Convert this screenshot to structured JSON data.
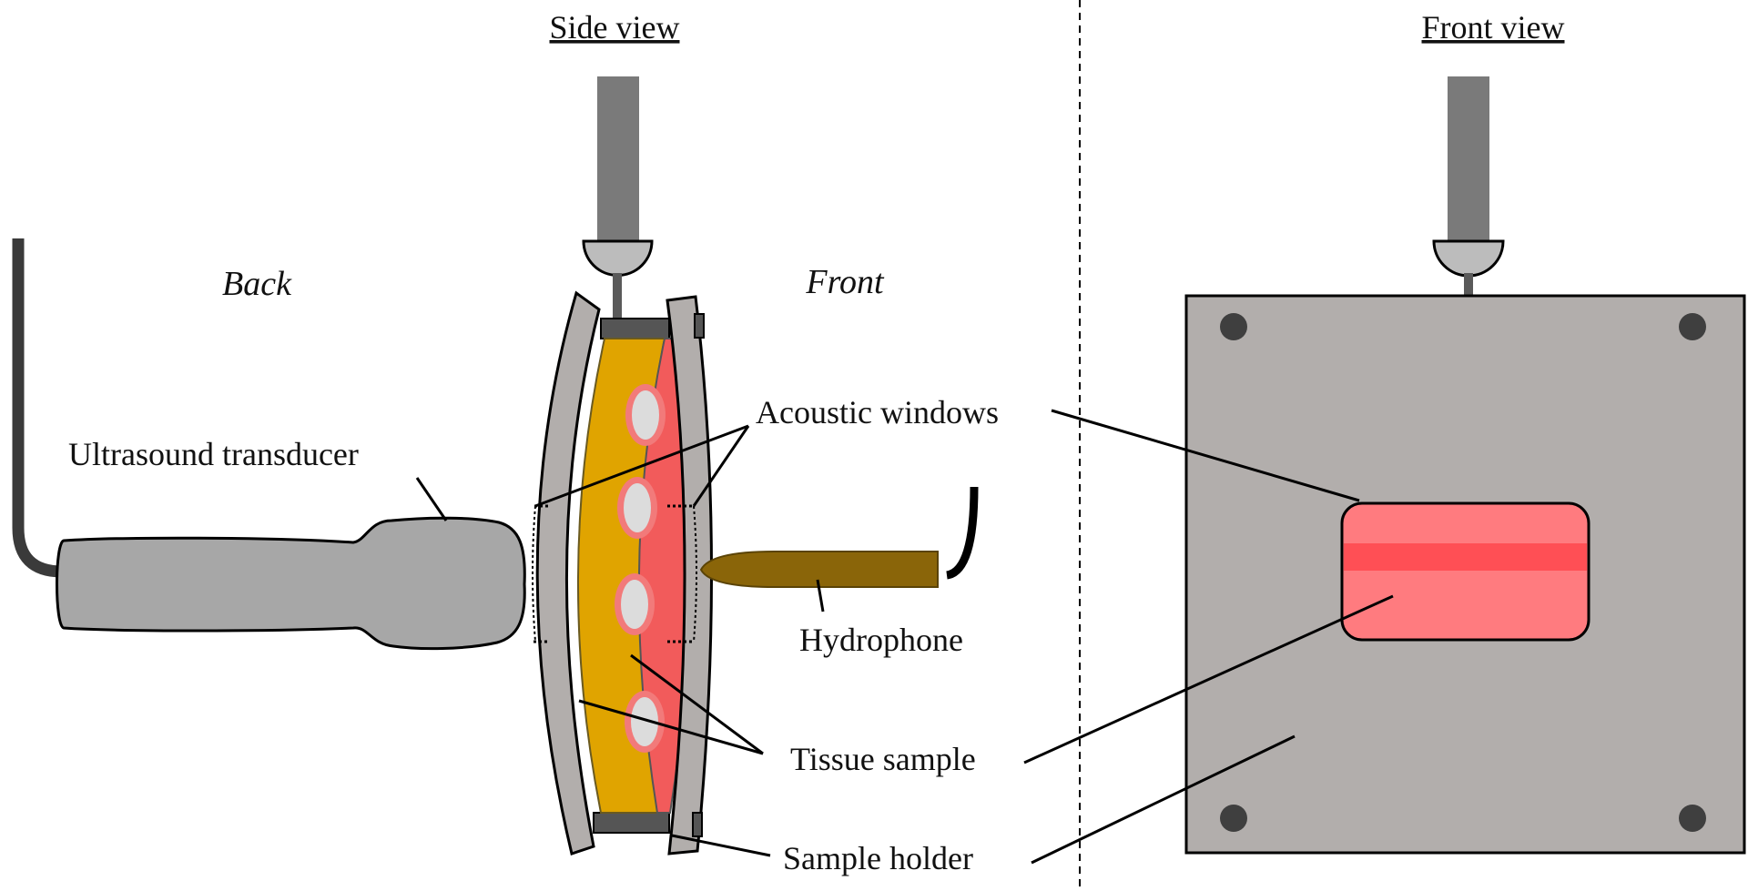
{
  "headings": {
    "side_view": "Side view",
    "front_view": "Front view"
  },
  "side_labels": {
    "back": "Back",
    "front": "Front"
  },
  "callouts": {
    "ultrasound_transducer": "Ultrasound transducer",
    "acoustic_windows": "Acoustic windows",
    "hydrophone": "Hydrophone",
    "tissue_sample": "Tissue sample",
    "sample_holder": "Sample holder"
  },
  "colors": {
    "holder_gray": "#b2aeac",
    "transducer_gray": "#a7a7a7",
    "rod_gray": "#7a7a7a",
    "fat_yellow": "#e0a400",
    "tissue_red": "#f25b5b",
    "window_pink": "#ff7b7f",
    "window_stripe": "#ff4f55",
    "hydrophone_brown": "#8a6509",
    "bolt_dark": "#3f3f3f",
    "inclusion_white": "#dcdcdc"
  }
}
